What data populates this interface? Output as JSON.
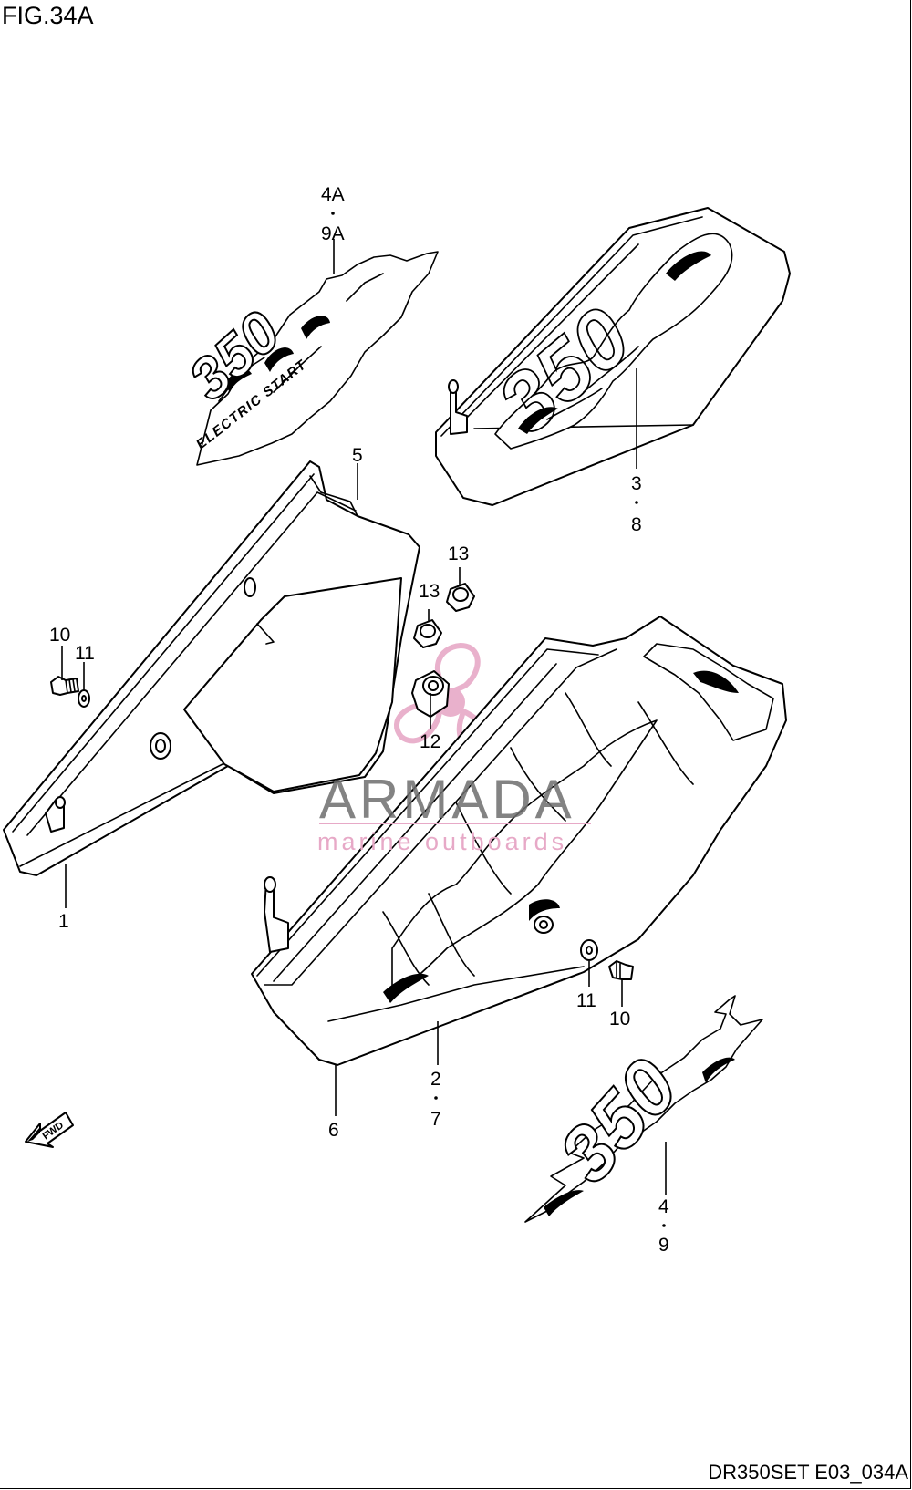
{
  "figure": {
    "title": "FIG.34A",
    "drawing_code": "DR350SET E03_034A"
  },
  "callouts": {
    "c4a": "4A",
    "c9a": "9A",
    "c3": "3",
    "c8": "8",
    "c5": "5",
    "c13a": "13",
    "c13b": "13",
    "c10a": "10",
    "c11a": "11",
    "c12": "12",
    "c1": "1",
    "c11b": "11",
    "c10b": "10",
    "c2": "2",
    "c7": "7",
    "c6": "6",
    "c4": "4",
    "c9": "9"
  },
  "decal_text": {
    "top_decal": "ELECTRIC START",
    "model_number": "350"
  },
  "direction_arrow": {
    "label": "FWD"
  },
  "watermark": {
    "name": "ARMADA",
    "tagline": "marine outboards",
    "accent_color": "#e7a9c7",
    "text_color": "#6e6e6e"
  }
}
